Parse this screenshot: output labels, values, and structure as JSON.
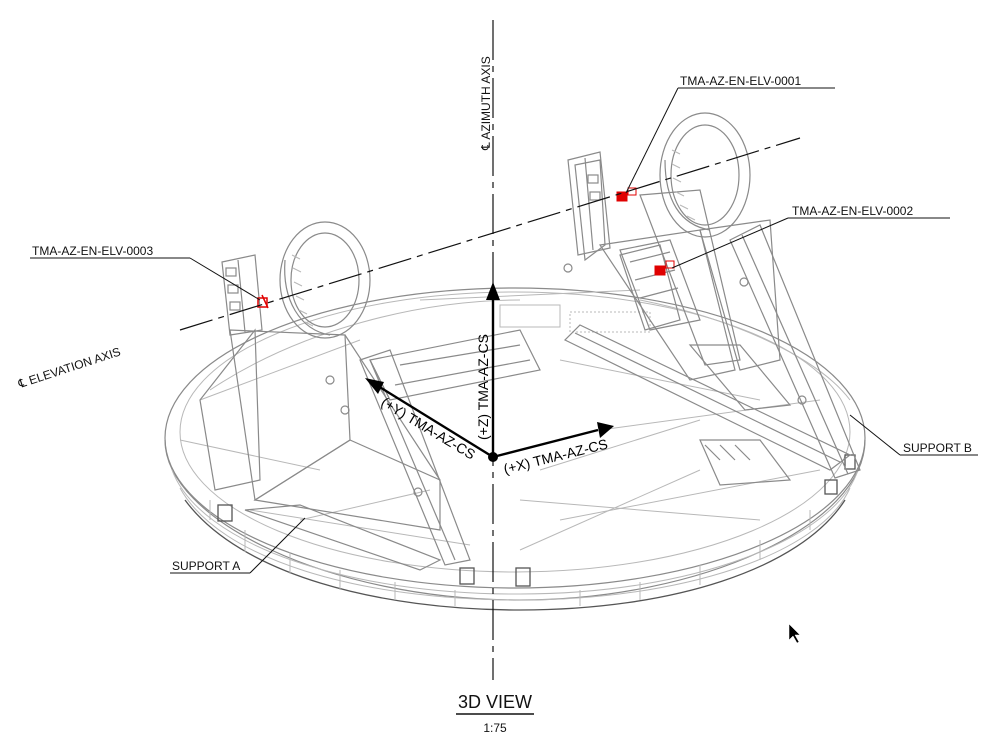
{
  "labels": {
    "azimuth_axis": "℄ AZIMUTH AXIS",
    "elevation_axis": "℄ ELEVATION AXIS",
    "sensor_1": "TMA-AZ-EN-ELV-0001",
    "sensor_2": "TMA-AZ-EN-ELV-0002",
    "sensor_3": "TMA-AZ-EN-ELV-0003",
    "support_a": "SUPPORT A",
    "support_b": "SUPPORT B",
    "z_axis": "(+Z) TMA-AZ-CS",
    "y_axis": "(+Y) TMA-AZ-CS",
    "x_axis": "(+X) TMA-AZ-CS"
  },
  "view": {
    "title": "3D VIEW",
    "scale": "1:75"
  },
  "colors": {
    "sensor": "#e00000",
    "line": "#8a8a8a",
    "ink": "#111111"
  }
}
